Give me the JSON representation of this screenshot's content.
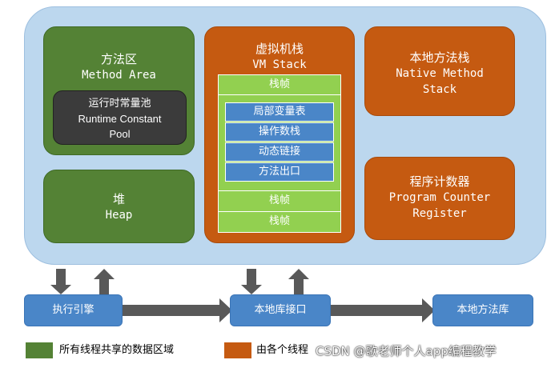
{
  "runtime_area": {
    "method_area": {
      "cn": "方法区",
      "en": "Method Area"
    },
    "constant_pool": {
      "cn": "运行时常量池",
      "en_line1": "Runtime Constant",
      "en_line2": "Pool"
    },
    "heap": {
      "cn": "堆",
      "en": "Heap"
    },
    "vm_stack": {
      "cn": "虚拟机栈",
      "en": "VM Stack",
      "frame_label": "栈帧",
      "frame_items": [
        "局部变量表",
        "操作数栈",
        "动态链接",
        "方法出口"
      ]
    },
    "native_stack": {
      "cn": "本地方法栈",
      "en_line1": "Native Method",
      "en_line2": "Stack"
    },
    "pc_register": {
      "cn": "程序计数器",
      "en_line1": "Program Counter",
      "en_line2": "Register"
    }
  },
  "bottom_row": {
    "execution_engine": "执行引擎",
    "native_interface": "本地库接口",
    "native_library": "本地方法库"
  },
  "legend": {
    "shared": "所有线程共享的数据区域",
    "private": "由各个线程"
  },
  "watermark": "CSDN @歌老师个人app编程教学",
  "colors": {
    "runtime_bg": "#bcd7ee",
    "shared_green": "#548235",
    "private_orange": "#c55a11",
    "frame_green": "#92d050",
    "node_blue": "#4a86c8",
    "arrow_gray": "#595959"
  }
}
